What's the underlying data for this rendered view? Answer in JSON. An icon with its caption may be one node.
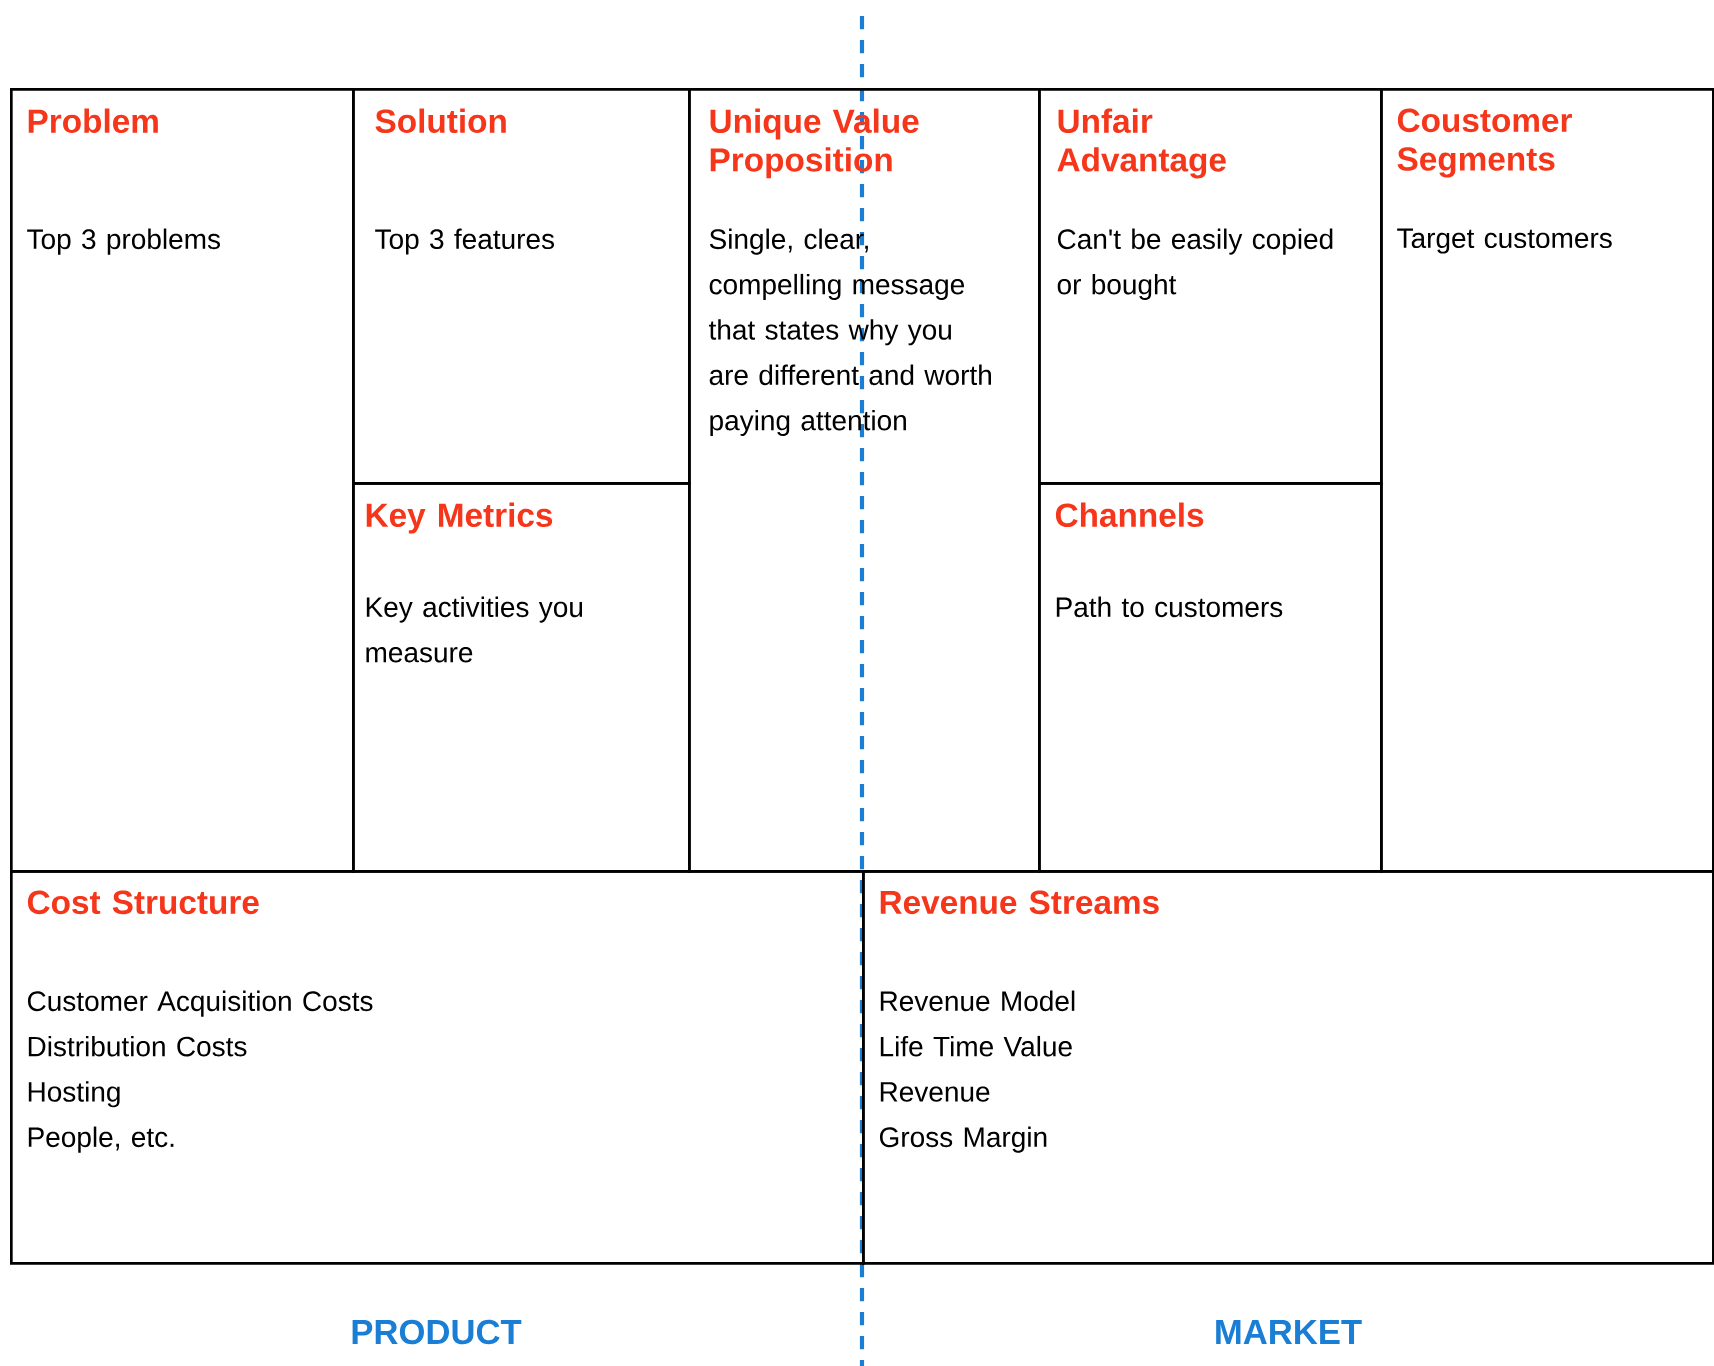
{
  "diagram": {
    "nodes": [
      {
        "text": [
          "Problem",
          "Top 3 problems"
        ]
      },
      {
        "text": [
          "Solution",
          "Top 3 features"
        ]
      },
      {
        "text": [
          "Unique Value Proposition",
          "Single, clear, compelling message that states why you are different and worth paying attention"
        ]
      },
      {
        "text": [
          "Unfair Advantage",
          "Can't be easily copied or bought"
        ]
      },
      {
        "text": [
          "Coustomer Segments",
          "Target customers"
        ]
      },
      {
        "text": [
          "Key Metrics",
          "Key activities you measure"
        ]
      },
      {
        "text": [
          "Channels",
          "Path to customers"
        ]
      },
      {
        "text": [
          "Cost Structure",
          "Customer Acquisition Costs",
          "Distribution Costs",
          "Hosting",
          "People, etc."
        ]
      },
      {
        "text": [
          "Revenue Streams",
          "Revenue Model",
          "Life Time Value",
          "Revenue",
          "Gross Margin"
        ]
      }
    ],
    "labels": [
      "PRODUCT",
      "MARKET"
    ]
  }
}
